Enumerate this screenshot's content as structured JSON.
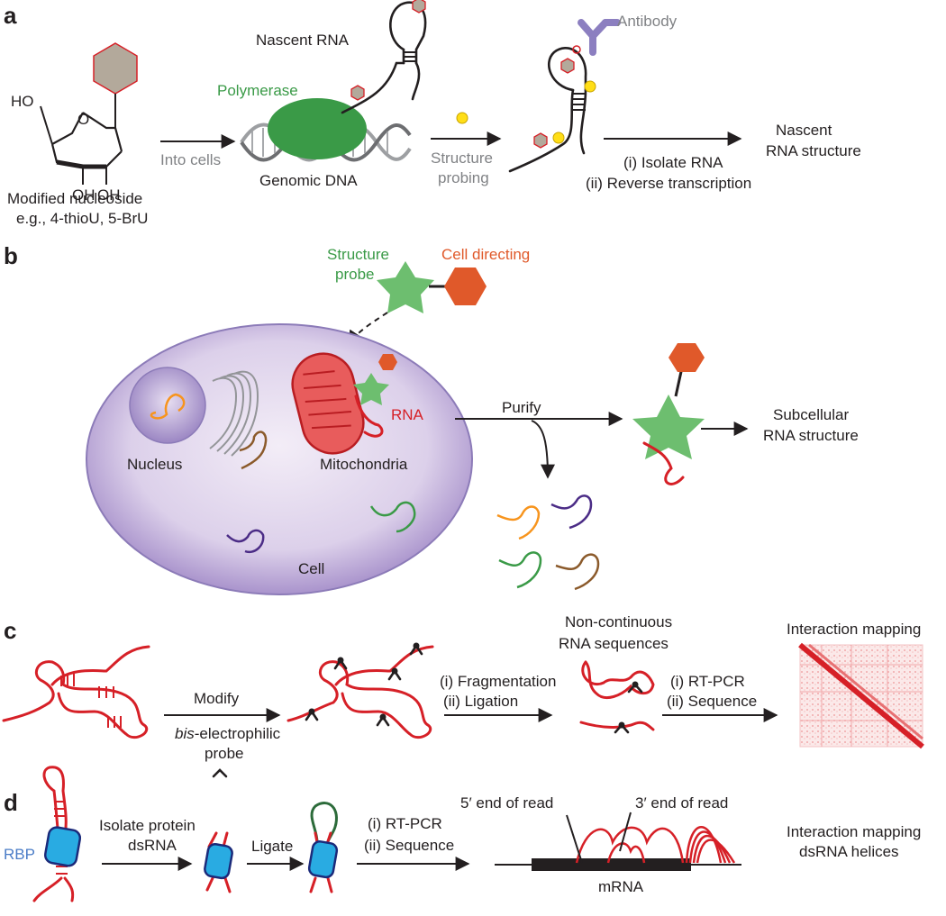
{
  "panel_a": {
    "tag": "a",
    "ho_label": "HO",
    "ring_o_label": "O",
    "oh_left": "OH",
    "oh_right": "OH",
    "nucleoside_label": "Modified nucleoside",
    "nucleoside_examples": "e.g., 4-thioU, 5-BrU",
    "into_cells": "Into cells",
    "polymerase": "Polymerase",
    "nascent_rna": "Nascent RNA",
    "genomic_dna": "Genomic DNA",
    "structure_probing_1": "Structure",
    "structure_probing_2": "probing",
    "antibody": "Antibody",
    "step_1": "(i) Isolate RNA",
    "step_2": "(ii)  Reverse transcription",
    "result_1": "Nascent",
    "result_2": "RNA structure"
  },
  "panel_b": {
    "tag": "b",
    "probe_1": "Structure",
    "probe_2": "probe",
    "cell_directing": "Cell directing",
    "rna": "RNA",
    "nucleus": "Nucleus",
    "mitochondria": "Mitochondria",
    "cell": "Cell",
    "purify": "Purify",
    "result_1": "Subcellular",
    "result_2": "RNA structure"
  },
  "panel_c": {
    "tag": "c",
    "modify": "Modify",
    "probe_italic": "bis",
    "probe_rest": "-electrophilic",
    "probe_2": "probe",
    "frag_1": "(i) Fragmentation",
    "frag_2": "(ii) Ligation",
    "noncont_1": "Non-continuous",
    "noncont_2": "RNA sequences",
    "seq_1": "(i) RT-PCR",
    "seq_2": "(ii) Sequence",
    "interaction_mapping": "Interaction mapping"
  },
  "panel_d": {
    "tag": "d",
    "rbp": "RBP",
    "isolate_1": "Isolate protein",
    "isolate_2": "dsRNA",
    "ligate": "Ligate",
    "seq_1": "(i) RT-PCR",
    "seq_2": "(ii) Sequence",
    "five_prime": "5′ end of read",
    "three_prime": "3′ end of read",
    "mrna": "mRNA",
    "result_1": "Interaction mapping",
    "result_2": "dsRNA helices"
  },
  "colors": {
    "rna_red": "#d62027",
    "probe_green": "#6dbe6f",
    "directing_orange": "#e0592a",
    "antibody_purple": "#8c7fc0",
    "polymerase_green": "#3a9a47",
    "cell_purple": "#b3a1cf",
    "rbp_blue": "#29abe2",
    "label_gray": "#808285",
    "probe_yellow": "#ffde17"
  },
  "icons": [
    "hexagon-base",
    "polymerase",
    "dna-helix",
    "antibody",
    "structure-probe-star",
    "cell-directing-hexagon",
    "mitochondrion",
    "nucleus",
    "golgi",
    "crosslink",
    "heatmap",
    "rbp-protein",
    "mrna-bar"
  ]
}
